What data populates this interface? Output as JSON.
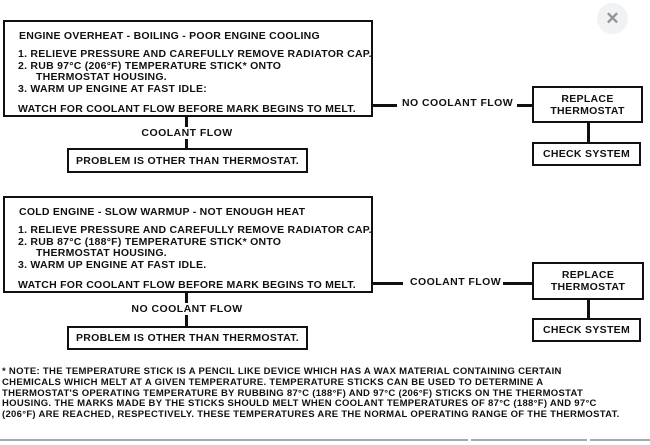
{
  "colors": {
    "line": "#111111",
    "close_bg": "#f1f2f3",
    "close_glyph": "#8f9499",
    "bottom_rule": "#a6aaae"
  },
  "window": {
    "close_icon": "✕"
  },
  "flow1": {
    "title": "ENGINE OVERHEAT - BOILING - POOR ENGINE COOLING",
    "steps": [
      "1. RELIEVE PRESSURE AND CAREFULLY REMOVE RADIATOR CAP.",
      "2. RUB 97°C (206°F) TEMPERATURE STICK* ONTO",
      "THERMOSTAT HOUSING.",
      "3. WARM UP ENGINE AT FAST IDLE:"
    ],
    "watch": "WATCH FOR COOLANT FLOW BEFORE MARK BEGINS TO MELT.",
    "branch_right_label": "NO COOLANT FLOW",
    "branch_down_label": "COOLANT FLOW",
    "replace_node": "REPLACE\nTHERMOSTAT",
    "check_node": "CHECK SYSTEM",
    "problem_node": "PROBLEM IS OTHER THAN THERMOSTAT."
  },
  "flow2": {
    "title": "COLD ENGINE - SLOW WARMUP - NOT ENOUGH HEAT",
    "steps": [
      "1. RELIEVE PRESSURE AND CAREFULLY REMOVE RADIATOR CAP.",
      "2. RUB 87°C (188°F) TEMPERATURE STICK* ONTO",
      "THERMOSTAT HOUSING.",
      "3. WARM UP ENGINE AT FAST IDLE."
    ],
    "watch": "WATCH FOR COOLANT FLOW BEFORE MARK BEGINS TO MELT.",
    "branch_right_label": "COOLANT FLOW",
    "branch_down_label": "NO COOLANT FLOW",
    "replace_node": "REPLACE\nTHERMOSTAT",
    "check_node": "CHECK SYSTEM",
    "problem_node": "PROBLEM IS OTHER THAN THERMOSTAT."
  },
  "footnote": {
    "lines": [
      "* NOTE: THE TEMPERATURE STICK IS A PENCIL LIKE DEVICE WHICH HAS A WAX MATERIAL CONTAINING CERTAIN",
      "CHEMICALS WHICH MELT AT A GIVEN TEMPERATURE. TEMPERATURE STICKS CAN BE USED TO DETERMINE A",
      "THERMOSTAT'S OPERATING TEMPERATURE BY RUBBING 87°C (188°F) AND 97°C (206°F) STICKS ON THE THERMOSTAT",
      "HOUSING. THE MARKS MADE BY THE STICKS SHOULD MELT WHEN COOLANT TEMPERATURES OF 87°C (188°F) AND 97°C",
      "(206°F) ARE REACHED, RESPECTIVELY. THESE TEMPERATURES ARE THE NORMAL OPERATING RANGE OF THE THERMOSTAT."
    ]
  }
}
